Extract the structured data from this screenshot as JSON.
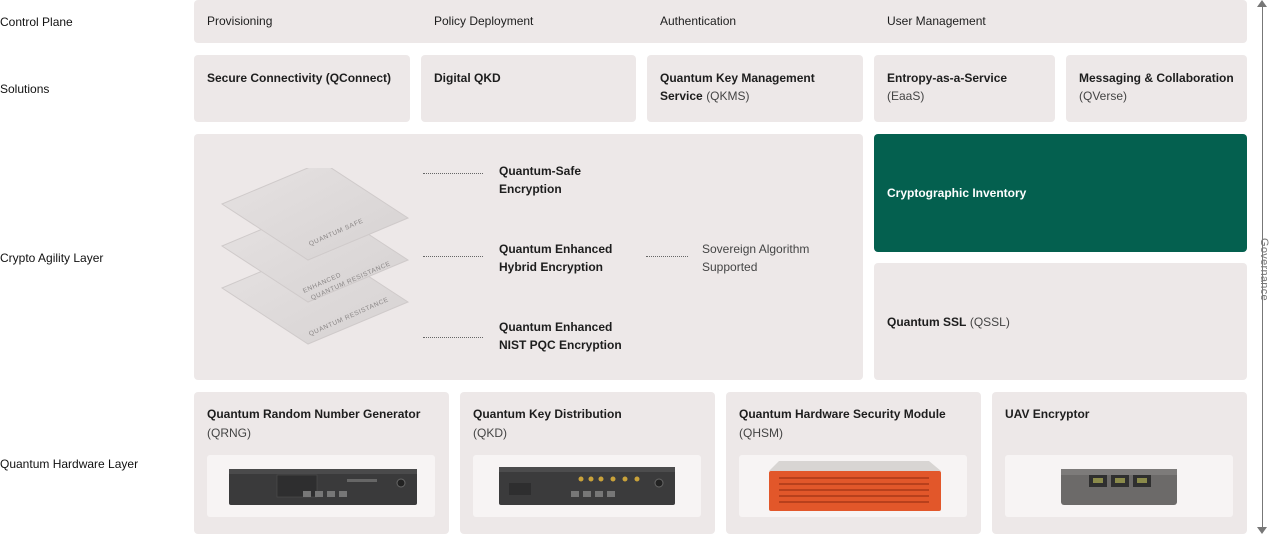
{
  "rows": {
    "control_plane": "Control Plane",
    "solutions": "Solutions",
    "crypto_agility": "Crypto Agility Layer",
    "quantum_hardware": "Quantum Hardware Layer"
  },
  "control_plane": {
    "items": [
      "Provisioning",
      "Policy Deployment",
      "Authentication",
      "User Management"
    ]
  },
  "solutions": [
    {
      "title": "Secure Connectivity (QConnect)",
      "sub": ""
    },
    {
      "title": "Digital QKD",
      "sub": ""
    },
    {
      "title": "Quantum Key Management",
      "title2": "Service",
      "sub": "(QKMS)"
    },
    {
      "title": "Entropy-as-a-Service",
      "sub": "(EaaS)"
    },
    {
      "title": "Messaging & Collaboration",
      "sub": "(QVerse)"
    }
  ],
  "crypto": {
    "layers": [
      "QUANTUM SAFE",
      "ENHANCED",
      "QUANTUM RESISTANCE",
      "QUANTUM RESISTANCE"
    ],
    "encryptions": [
      {
        "l1": "Quantum-Safe",
        "l2": "Encryption"
      },
      {
        "l1": "Quantum Enhanced",
        "l2": "Hybrid Encryption"
      },
      {
        "l1": "Quantum Enhanced",
        "l2": "NIST PQC Encryption"
      }
    ],
    "sovereign": {
      "l1": "Sovereign Algorithm",
      "l2": "Supported"
    },
    "inventory": "Cryptographic Inventory",
    "ssl_title": "Quantum SSL",
    "ssl_sub": "(QSSL)"
  },
  "hardware": [
    {
      "title": "Quantum Random Number Generator",
      "sub": "(QRNG)"
    },
    {
      "title": "Quantum Key Distribution",
      "sub": "(QKD)"
    },
    {
      "title": "Quantum Hardware Security Module",
      "sub": "(QHSM)"
    },
    {
      "title": "UAV Encryptor",
      "sub": ""
    }
  ],
  "governance": "Governance",
  "colors": {
    "box": "#ede8e8",
    "accent_green": "#04604f",
    "orange_device": "#e2572a"
  }
}
